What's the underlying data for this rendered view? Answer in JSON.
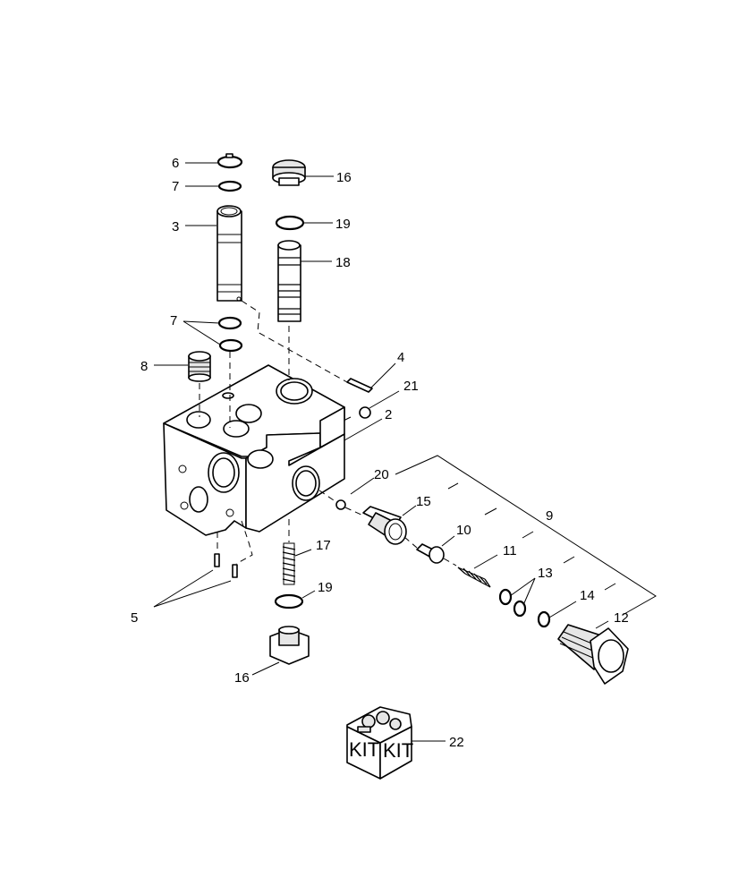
{
  "callouts": {
    "c2": "2",
    "c3": "3",
    "c4": "4",
    "c5": "5",
    "c6": "6",
    "c7a": "7",
    "c7b": "7",
    "c8": "8",
    "c9": "9",
    "c10": "10",
    "c11": "11",
    "c12": "12",
    "c13": "13",
    "c14": "14",
    "c15": "15",
    "c16a": "16",
    "c16b": "16",
    "c17": "17",
    "c18": "18",
    "c19a": "19",
    "c19b": "19",
    "c20": "20",
    "c21": "21",
    "c22": "22"
  },
  "kit": {
    "label_left": "KIT",
    "label_right": "KIT"
  }
}
